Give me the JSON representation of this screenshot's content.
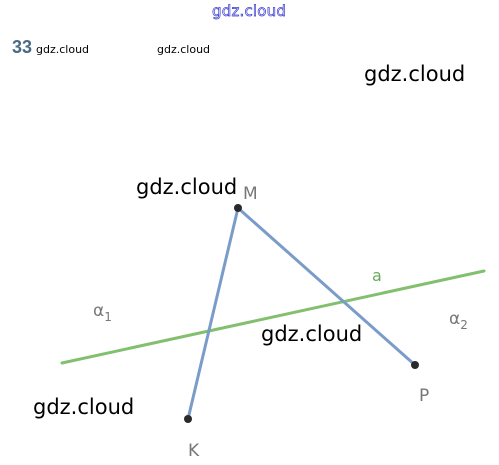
{
  "watermarks": {
    "top": "gdz.cloud",
    "small1": "gdz.cloud",
    "small2": "gdz.cloud",
    "big1": "gdz.cloud",
    "big2": "gdz.cloud",
    "big3": "gdz.cloud",
    "big4": "gdz.cloud"
  },
  "task": {
    "number": "33"
  },
  "diagram": {
    "points": {
      "M": "M",
      "K": "K",
      "P": "P"
    },
    "line_label": "a",
    "planes": {
      "alpha1": {
        "symbol": "α",
        "index": "1"
      },
      "alpha2": {
        "symbol": "α",
        "index": "2"
      }
    },
    "colors": {
      "segments": "#7a9cc8",
      "line_a": "#82bf6e",
      "points": "#2a2a2a",
      "labels": "#777777"
    }
  }
}
